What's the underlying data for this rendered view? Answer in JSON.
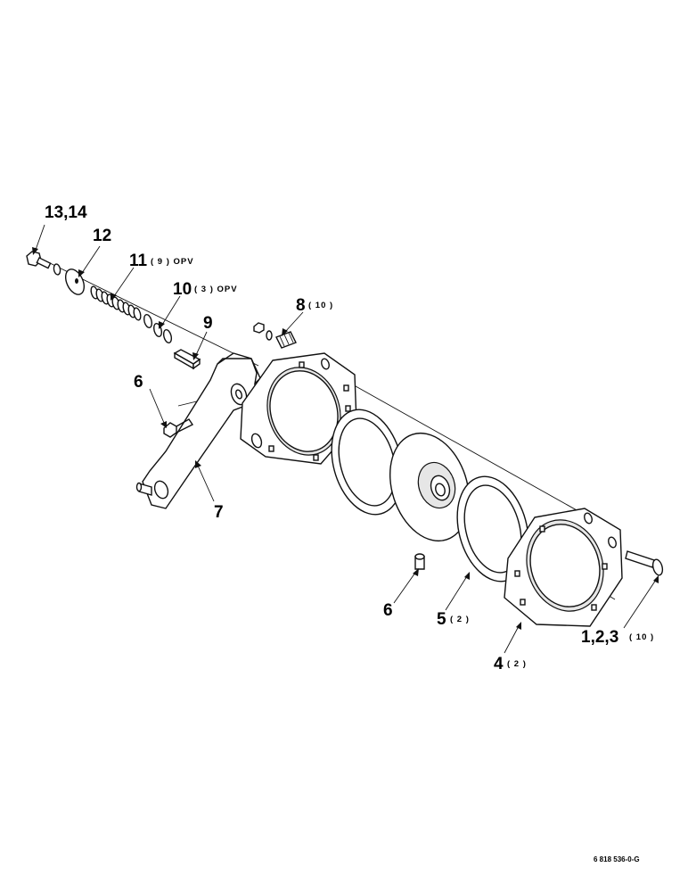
{
  "callouts": {
    "c13_14": {
      "num": "13,14",
      "qty": ""
    },
    "c12": {
      "num": "12",
      "qty": ""
    },
    "c11": {
      "num": "11",
      "qty": "( 9 ) OPV"
    },
    "c10": {
      "num": "10",
      "qty": "( 3 ) OPV"
    },
    "c9": {
      "num": "9",
      "qty": ""
    },
    "c8": {
      "num": "8",
      "qty": "( 10 )"
    },
    "c6_left": {
      "num": "6",
      "qty": ""
    },
    "c7": {
      "num": "7",
      "qty": ""
    },
    "c6_bottom": {
      "num": "6",
      "qty": ""
    },
    "c5": {
      "num": "5",
      "qty": "( 2 )"
    },
    "c4": {
      "num": "4",
      "qty": "( 2 )"
    },
    "c1_2_3": {
      "num": "1,2,3",
      "qty": "( 10 )"
    }
  },
  "drawing_code": "6 818 536-0-G"
}
